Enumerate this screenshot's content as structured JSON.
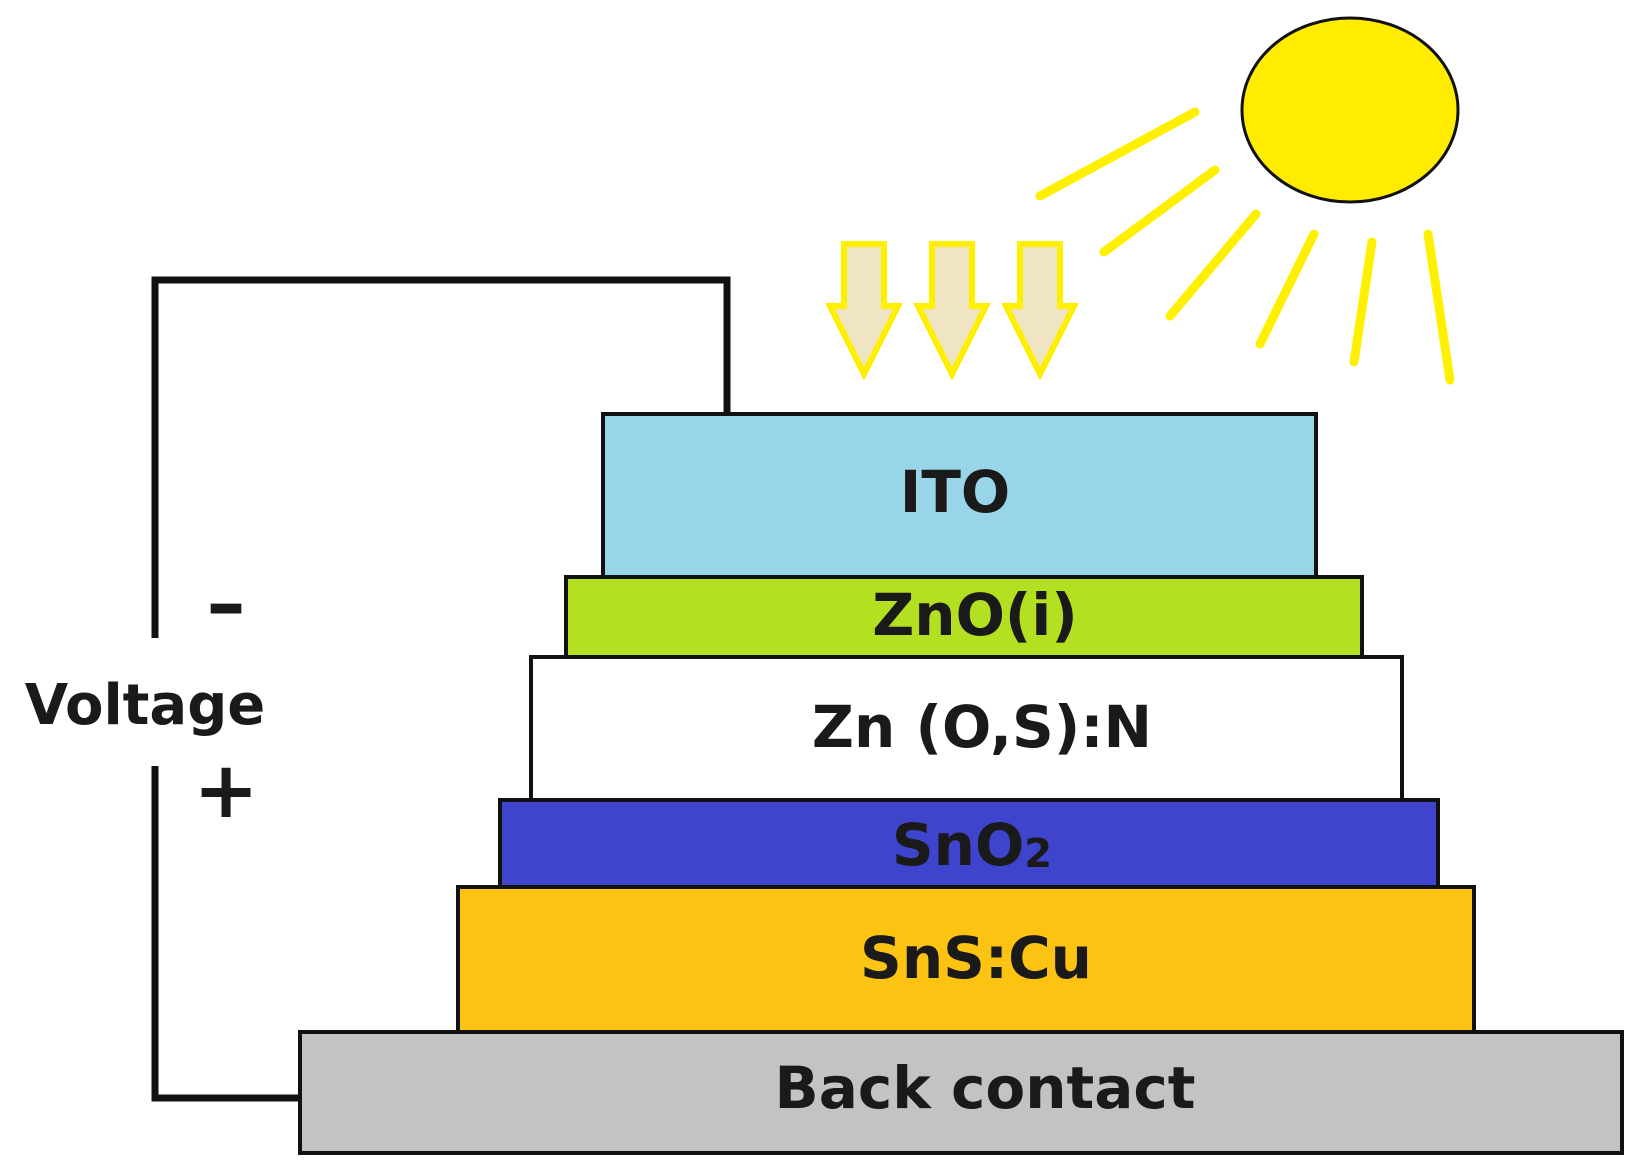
{
  "layers": [
    {
      "id": "ito",
      "label": "ITO",
      "color": "#99d5e8"
    },
    {
      "id": "zno-i",
      "label": "ZnO(i)",
      "color": "#b3e021"
    },
    {
      "id": "zn-o-s-n",
      "label": "Zn (O,S):N",
      "color": "#ffffff"
    },
    {
      "id": "sno2",
      "label": "SnO",
      "label_subscript": "2",
      "color": "#3f44cc"
    },
    {
      "id": "sns-cu",
      "label": "SnS:Cu",
      "color": "#fdc313"
    },
    {
      "id": "back-contact",
      "label": "Back contact",
      "color": "#c3c3c3"
    }
  ],
  "circuit": {
    "voltage_label": "Voltage",
    "minus_sign": "–",
    "plus_sign": "+",
    "wire_color": "#111111"
  },
  "sun": {
    "color": "#ffec00",
    "ray_color": "#fff000",
    "arrow_fill": "#efe5c4",
    "arrow_stroke": "#fff000"
  }
}
